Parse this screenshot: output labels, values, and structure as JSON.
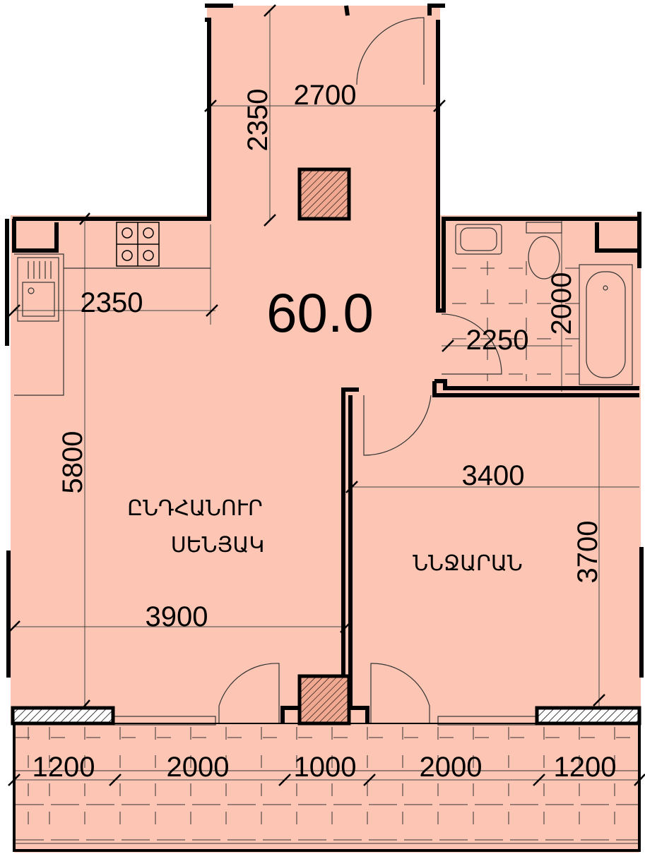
{
  "plan": {
    "total_area": "60.0",
    "fill_color": "#FDC6B4",
    "rooms": {
      "living_room_line1": "ԸՆԴՀԱՆՈՒՐ",
      "living_room_line2": "ՍԵՆՅԱԿ",
      "bedroom": "ՆՆՋԱՐԱՆ"
    },
    "dimensions": {
      "corridor_width": "2700",
      "corridor_length": "2350",
      "kitchen_width": "2350",
      "bath_width": "2250",
      "bath_length": "2000",
      "living_length": "5800",
      "living_width": "3900",
      "bedroom_width": "3400",
      "bedroom_length": "3700",
      "balcony": [
        "1200",
        "2000",
        "1000",
        "2000",
        "1200"
      ]
    }
  }
}
